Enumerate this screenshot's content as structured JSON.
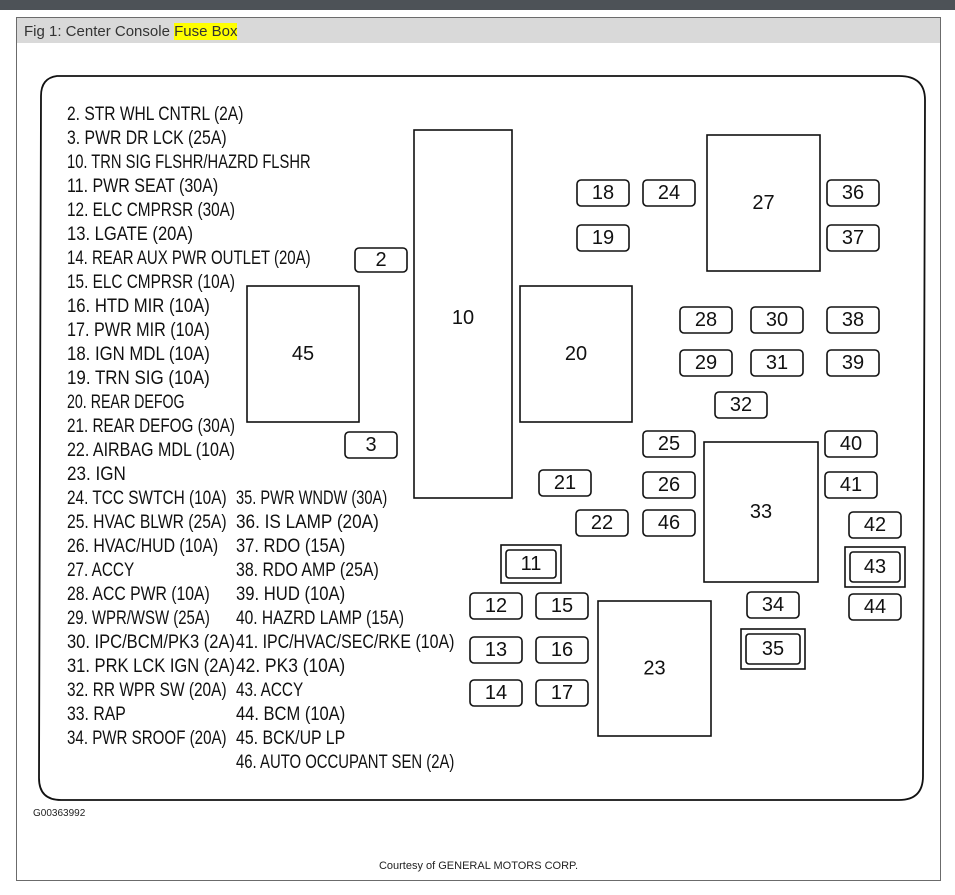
{
  "caption": {
    "prefix": "Fig 1: Center Console ",
    "highlight": "Fuse Box"
  },
  "legend_left": [
    "2. STR WHL CNTRL (2A)",
    "3. PWR DR LCK (25A)",
    "10. TRN SIG FLSHR/HAZRD FLSHR",
    "11. PWR SEAT (30A)",
    "12. ELC CMPRSR (30A)",
    "13. LGATE (20A)",
    "14. REAR AUX PWR OUTLET (20A)",
    "15. ELC CMPRSR (10A)",
    "16. HTD MIR (10A)",
    "17. PWR MIR (10A)",
    "18. IGN MDL (10A)",
    "19. TRN SIG (10A)",
    "20. REAR DEFOG",
    "21. REAR DEFOG (30A)",
    "22. AIRBAG MDL (10A)",
    "23. IGN",
    "24. TCC SWTCH (10A)",
    "25. HVAC BLWR (25A)",
    "26. HVAC/HUD (10A)",
    "27. ACCY",
    "28. ACC PWR (10A)",
    "29. WPR/WSW (25A)",
    "30. IPC/BCM/PK3 (2A)",
    "31. PRK LCK IGN (2A)",
    "32. RR WPR SW (20A)",
    "33. RAP",
    "34. PWR SROOF (20A)"
  ],
  "legend_right": [
    "35. PWR WNDW (30A)",
    "36. IS LAMP (20A)",
    "37. RDO (15A)",
    "38. RDO AMP (25A)",
    "39. HUD (10A)",
    "40. HAZRD LAMP (15A)",
    "41. IPC/HVAC/SEC/RKE (10A)",
    "42. PK3 (10A)",
    "43. ACCY",
    "44. BCM (10A)",
    "45. BCK/UP LP",
    "46. AUTO OCCUPANT SEN (2A)"
  ],
  "fuses": [
    "2",
    "3",
    "10",
    "11",
    "12",
    "13",
    "14",
    "15",
    "16",
    "17",
    "18",
    "19",
    "20",
    "21",
    "22",
    "23",
    "24",
    "25",
    "26",
    "27",
    "28",
    "29",
    "30",
    "31",
    "32",
    "33",
    "34",
    "35",
    "36",
    "37",
    "38",
    "39",
    "40",
    "41",
    "42",
    "43",
    "44",
    "45",
    "46"
  ],
  "figure_id": "G00363992",
  "courtesy": "Courtesy of GENERAL MOTORS CORP."
}
